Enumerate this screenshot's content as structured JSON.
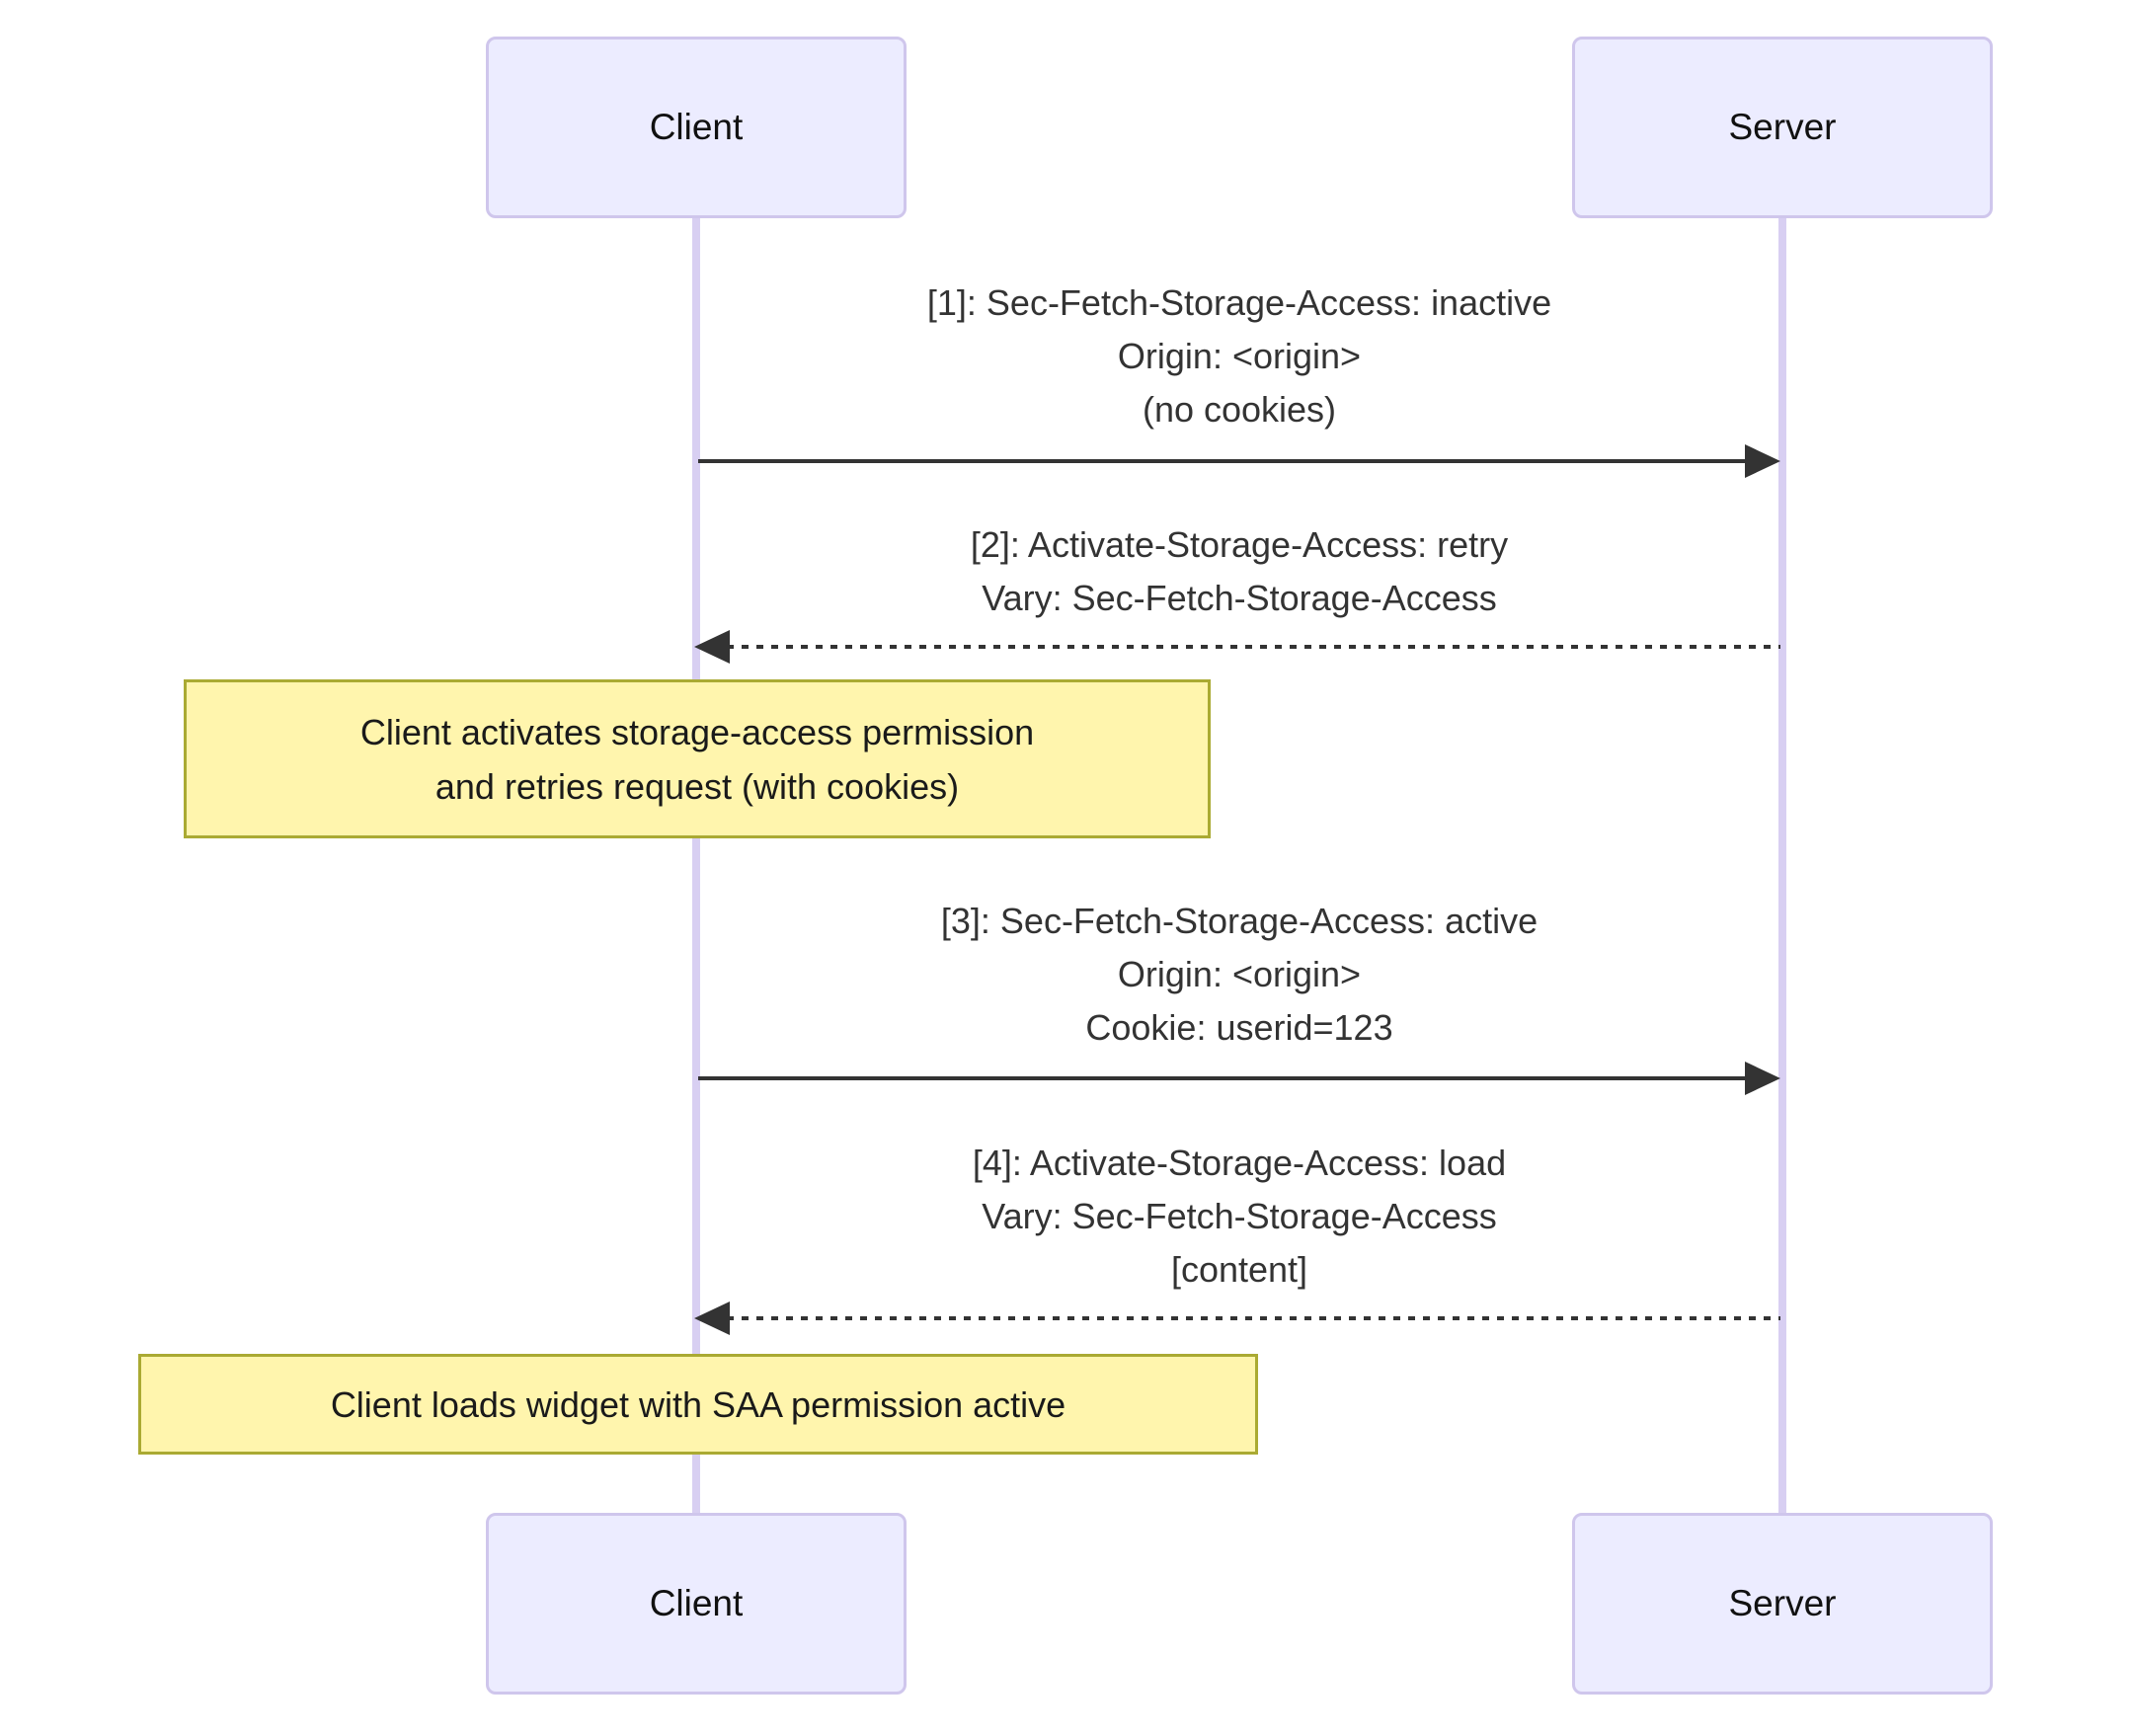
{
  "actors": [
    {
      "label": "Client"
    },
    {
      "label": "Server"
    }
  ],
  "messages": [
    {
      "from": "Client",
      "to": "Server",
      "line_style": "solid",
      "lines": [
        "[1]: Sec-Fetch-Storage-Access: inactive",
        "Origin: <origin>",
        "(no cookies)"
      ]
    },
    {
      "from": "Server",
      "to": "Client",
      "line_style": "dotted",
      "lines": [
        "[2]: Activate-Storage-Access: retry",
        "Vary: Sec-Fetch-Storage-Access"
      ]
    },
    {
      "from": "Client",
      "to": "Server",
      "line_style": "solid",
      "lines": [
        "[3]: Sec-Fetch-Storage-Access: active",
        "Origin: <origin>",
        "Cookie: userid=123"
      ]
    },
    {
      "from": "Server",
      "to": "Client",
      "line_style": "dotted",
      "lines": [
        "[4]: Activate-Storage-Access: load",
        "Vary: Sec-Fetch-Storage-Access",
        "[content]"
      ]
    }
  ],
  "notes": [
    {
      "lines": [
        "Client activates storage-access permission",
        "and retries request (with cookies)"
      ]
    },
    {
      "lines": [
        "Client loads widget with SAA permission active"
      ]
    }
  ],
  "colors": {
    "background": "#FFFFFF",
    "actor_fill": "#ECECFF",
    "actor_border": "#CFC6EC",
    "lifeline": "#D8CFF2",
    "note_fill": "#FFF5AD",
    "note_border": "#AAAA33",
    "arrow": "#333333",
    "text": "#333333"
  }
}
